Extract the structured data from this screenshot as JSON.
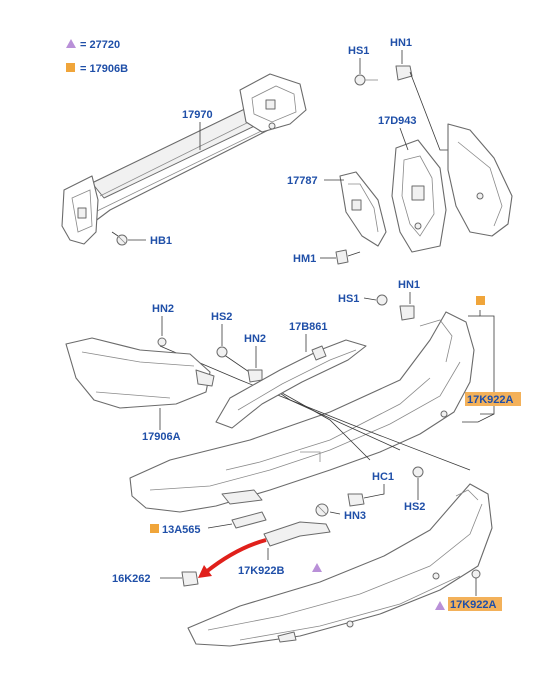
{
  "legend": [
    {
      "symbol": "purple-triangle",
      "text": "= 27720",
      "color": "#b990d8"
    },
    {
      "symbol": "orange-square",
      "text": "= 17906B",
      "color": "#f0a53a"
    }
  ],
  "labels": {
    "hs1_top": "HS1",
    "hn1_top": "HN1",
    "p17970": "17970",
    "p17d943": "17D943",
    "p17787": "17787",
    "hb1": "HB1",
    "hm1": "HM1",
    "hs1_mid": "HS1",
    "hn1_mid": "HN1",
    "hn2_left": "HN2",
    "hs2_top": "HS2",
    "hn2_mid": "HN2",
    "p17b861": "17B861",
    "p17906a": "17906A",
    "p17k922a_top": "17K922A",
    "hc1": "HC1",
    "hn3": "HN3",
    "hs2_bottom": "HS2",
    "p13a565": "13A565",
    "p17k922b": "17K922B",
    "p16k262": "16K262",
    "p17k922a_bottom": "17K922A"
  },
  "colors": {
    "label_text": "#1f4fa8",
    "highlight": "#f3b15a",
    "orange_marker": "#f0a53a",
    "purple_marker": "#b990d8",
    "arrow": "#e0201b",
    "outline": "#6b6b6b"
  }
}
